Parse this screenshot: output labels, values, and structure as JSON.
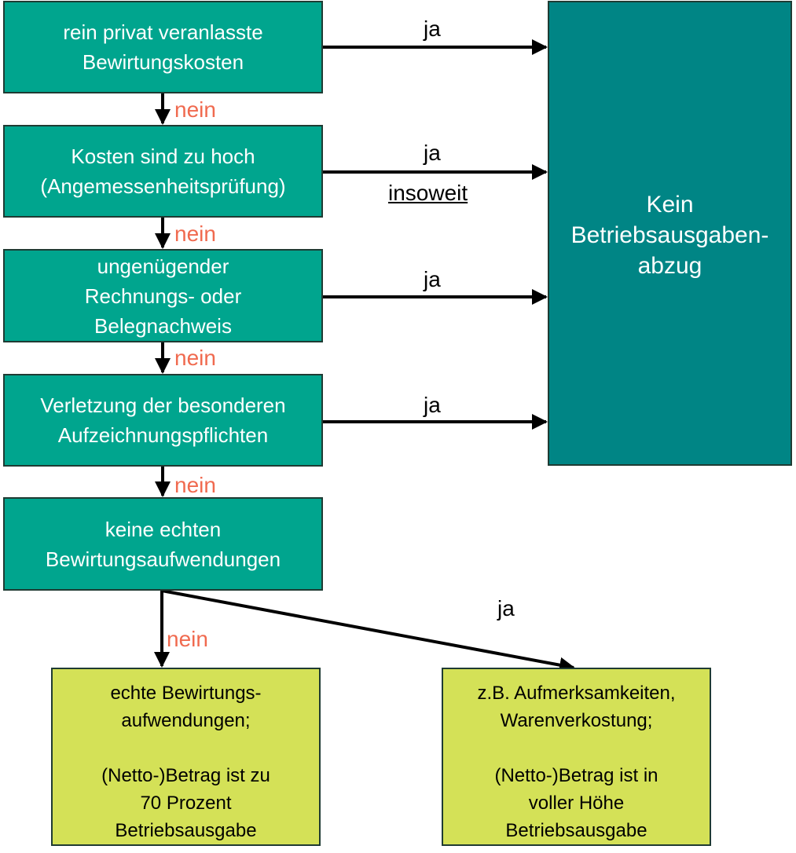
{
  "boxes": {
    "b1": "rein privat veranlasste\nBewirtungskosten",
    "b2": "Kosten sind zu hoch\n(Angemessenheitsprüfung)",
    "b3": "ungenügender\nRechnungs- oder\nBelegnachweis",
    "b4": "Verletzung der besonderen\nAufzeichnungspflichten",
    "b5": "keine echten\nBewirtungsaufwendungen",
    "result": "Kein\nBetriebsausgaben-\nabzug",
    "left_out": "echte Bewirtungs-\naufwendungen;\n\n(Netto-)Betrag ist zu\n70 Prozent\nBetriebsausgabe",
    "right_out": "z.B. Aufmerksamkeiten,\nWarenverkostung;\n\n(Netto-)Betrag ist in\nvoller Höhe\nBetriebsausgabe"
  },
  "labels": {
    "yes": "ja",
    "no": "nein",
    "insoweit": "insoweit"
  },
  "colors": {
    "teal": "#00a58e",
    "dark_teal": "#008585",
    "lime": "#d4e157",
    "no_label": "#f06a4f"
  }
}
